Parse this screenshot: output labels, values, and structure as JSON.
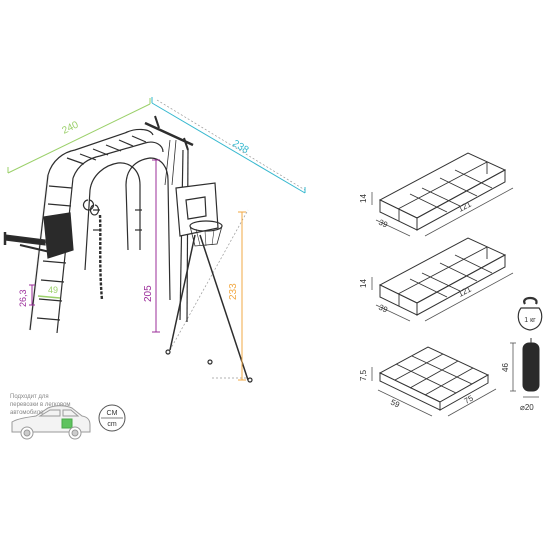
{
  "dimensions": {
    "width": "240",
    "depth": "238",
    "height_total": "233",
    "height_bar": "205",
    "step_height": "26,3",
    "step_width": "49"
  },
  "box1": {
    "height": "14",
    "width": "39",
    "length": "121"
  },
  "box2": {
    "height": "14",
    "width": "39",
    "length": "121"
  },
  "box3": {
    "height": "7,5",
    "width": "59",
    "length": "75"
  },
  "weight": {
    "mass": "1 кг",
    "height": "46",
    "diameter": "⌀20"
  },
  "car_note": {
    "line1": "Подходит для",
    "line2": "перевозки в легковом",
    "line3": "автомобиле"
  },
  "units": {
    "top": "CM",
    "bottom": "cm"
  },
  "colors": {
    "width": "#9bd06a",
    "depth": "#36b8cf",
    "height_total": "#f2a944",
    "height_bar": "#9b2c9a",
    "step_height": "#9b2c9a",
    "step_width": "#9bd06a",
    "frame": "#333333"
  }
}
